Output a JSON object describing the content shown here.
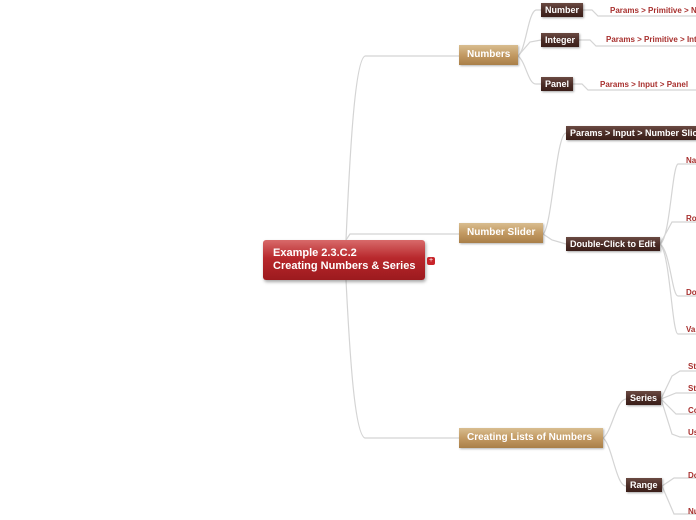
{
  "root": {
    "line1": "Example 2.3.C.2",
    "line2": "Creating Numbers & Series"
  },
  "branches": {
    "numbers": {
      "label": "Numbers",
      "children": [
        {
          "label": "Number",
          "path": "Params > Primitive > N"
        },
        {
          "label": "Integer",
          "path": "Params > Primitive > Int"
        },
        {
          "label": "Panel",
          "path": "Params > Input > Panel"
        }
      ]
    },
    "number_slider": {
      "label": "Number Slider",
      "children": [
        {
          "label": "Params > Input > Number Slic"
        },
        {
          "label": "Double-Click to Edit",
          "items": [
            "Na",
            "Ro",
            "Do",
            "Va"
          ]
        }
      ]
    },
    "creating_lists": {
      "label": "Creating Lists  of Numbers",
      "children": [
        {
          "label": "Series",
          "items": [
            "St",
            "St",
            "Co",
            "Us"
          ]
        },
        {
          "label": "Range",
          "items": [
            "Do",
            "Nu"
          ]
        }
      ]
    }
  },
  "colors": {
    "root": "#b8282c",
    "branch": "#c39a63",
    "leaf": "#4a2c26",
    "path_text": "#a8302e",
    "connector": "#d4d4d4"
  }
}
